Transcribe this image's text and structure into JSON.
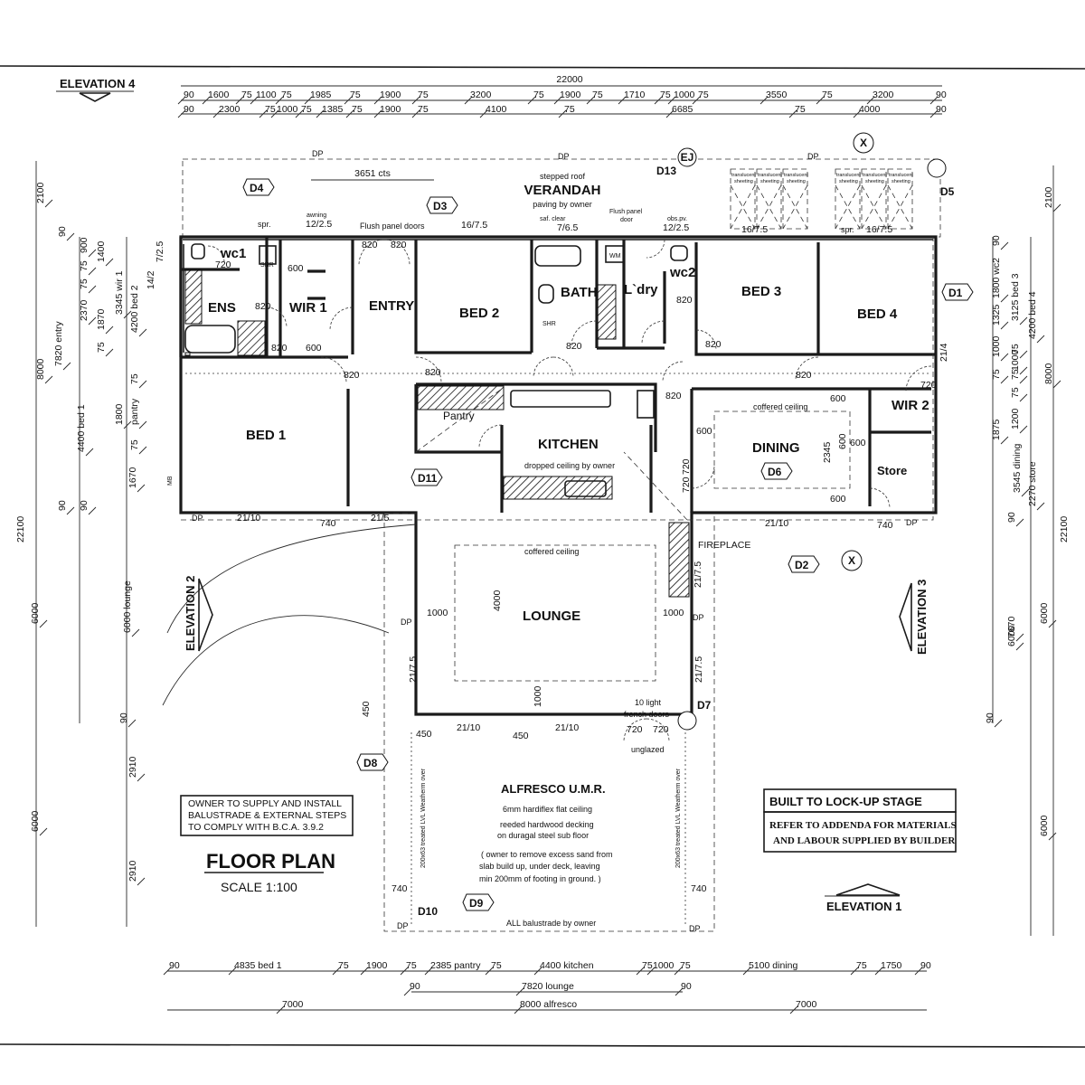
{
  "title": "FLOOR PLAN",
  "scale": "SCALE 1:100",
  "elevations": {
    "e1": "ELEVATION 1",
    "e2": "ELEVATION 2",
    "e3": "ELEVATION 3",
    "e4": "ELEVATION 4"
  },
  "rooms": {
    "verandah": "VERANDAH",
    "wc1": "wc1",
    "ens": "ENS",
    "wir1": "WIR 1",
    "entry": "ENTRY",
    "bed1": "BED 1",
    "bed2": "BED 2",
    "bath": "BATH",
    "ldry": "L`dry",
    "wc2": "wc2",
    "bed3": "BED 3",
    "bed4": "BED 4",
    "pantry": "Pantry",
    "kitchen": "KITCHEN",
    "dining": "DINING",
    "wir2": "WIR 2",
    "store": "Store",
    "lounge": "LOUNGE",
    "alfresco": "ALFRESCO U.M.R.",
    "fireplace": "FIREPLACE",
    "shr": "SHR",
    "wm": "WM"
  },
  "notes": {
    "stepped_roof": "stepped roof",
    "paving": "paving by owner",
    "cts": "3651 cts",
    "flush_panel": "Flush panel doors",
    "saf_clear": "saf. clear",
    "saf_val": "7/6.5",
    "flush_panel_door": "Flush panel",
    "door": "door",
    "obs_pv": "obs.pv.",
    "awning": "awning",
    "dropped_ceiling": "dropped ceiling by owner",
    "coffered": "coffered ceiling",
    "french1": "10 light",
    "french2": "french doors",
    "unglazed": "unglazed",
    "alf1": "6mm hardiflex flat ceiling",
    "alf2": "reeded hardwood decking",
    "alf3": "on duragal steel sub floor",
    "alf4": "( owner to remove excess sand from",
    "alf5": "slab build up, under deck, leaving",
    "alf6": "min 200mm of footing in ground. )",
    "balustrade": "ALL balustrade by owner",
    "translucent": "translucent",
    "sheeting": "sheeting",
    "spr": "spr.",
    "beam": "200x63 treated LVL Weatherm over"
  },
  "owner_box": [
    "OWNER TO SUPPLY AND INSTALL",
    "BALUSTRADE & EXTERNAL STEPS",
    "TO COMPLY WITH B.C.A. 3.9.2"
  ],
  "builder_box": [
    "BUILT TO LOCK-UP STAGE",
    "REFER TO ADDENDA FOR MATERIALS",
    "AND LABOUR SUPPLIED BY BUILDER"
  ],
  "tags": {
    "d1": "D1",
    "d2": "D2",
    "d3": "D3",
    "d4": "D4",
    "d5": "D5",
    "d6": "D6",
    "d7": "D7",
    "d8": "D8",
    "d9": "D9",
    "d10": "D10",
    "d11": "D11",
    "d13": "D13",
    "ej": "EJ",
    "x": "X",
    "dp": "DP",
    "mb": "MB"
  },
  "dims": {
    "overall_top": "22000",
    "overall_left": "22100",
    "overall_right": "22100",
    "top_row1": [
      "90",
      "1600",
      "75",
      "1100",
      "75",
      "1985",
      "75",
      "1900",
      "75",
      "3200",
      "75",
      "1900",
      "75",
      "1710",
      "75",
      "1000",
      "75",
      "3550",
      "75",
      "3200",
      "90"
    ],
    "top_row2": [
      "90",
      "2300",
      "75",
      "1000",
      "75",
      "1385",
      "75",
      "1900",
      "75",
      "4100",
      "75",
      "6685",
      "75",
      "4000",
      "90"
    ],
    "bottom_row1": [
      "90",
      "4835 bed 1",
      "75",
      "1900",
      "75",
      "2385 pantry",
      "75",
      "4400 kitchen",
      "75",
      "1000",
      "75",
      "5100 dining",
      "75",
      "1750",
      "90"
    ],
    "bottom_row2": [
      "90",
      "7820 lounge",
      "90"
    ],
    "bottom_row3": [
      "7000",
      "8000 alfresco",
      "7000"
    ],
    "left_outer": [
      "2100",
      "8000",
      "6000",
      "6000"
    ],
    "left_mid": [
      "7820 entry",
      "4400 bed 1",
      "1800",
      "1670",
      "6000 lounge",
      "2910",
      "2910"
    ],
    "left_inner": [
      "90",
      "75",
      "900",
      "1400",
      "75",
      "2370",
      "1870",
      "75",
      "3345 wir 1",
      "4200 bed 2",
      "75",
      "pantry",
      "75",
      "90",
      "90",
      "90"
    ],
    "right_outer": [
      "2100",
      "8000",
      "6000",
      "6000"
    ],
    "right_mid": [
      "1800 wc2",
      "3125 bed 3",
      "4200 bed 4",
      "75",
      "1000",
      "1875",
      "75",
      "1200",
      "3545 dining",
      "2270 store",
      "7670",
      "6000"
    ],
    "right_inner": [
      "90",
      "1325",
      "75",
      "1000",
      "75",
      "90",
      "90"
    ],
    "openings": [
      "820",
      "820",
      "820",
      "820",
      "820",
      "820",
      "820",
      "820",
      "820",
      "820",
      "820",
      "720",
      "720",
      "720",
      "720",
      "720",
      "720",
      "600",
      "600",
      "600",
      "600",
      "600",
      "600",
      "600",
      "1000",
      "1000",
      "4000",
      "1000",
      "2345",
      "740",
      "740",
      "740",
      "740",
      "450",
      "450",
      "450"
    ],
    "windows": [
      "12/2.5",
      "16/7.5",
      "12/2.5",
      "16/7.5",
      "16/7.5",
      "21/10",
      "21/5",
      "21/10",
      "21/7.5",
      "21/7.5",
      "21/7.5",
      "21/10",
      "21/10",
      "14/2",
      "7/2.5",
      "21/4"
    ]
  }
}
